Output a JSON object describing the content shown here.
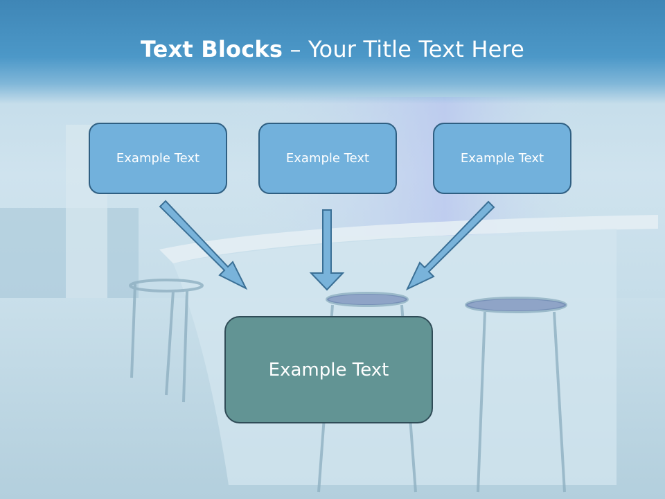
{
  "slide": {
    "title_bold": "Text Blocks",
    "title_rest": " – Your Title Text Here",
    "blocks": [
      {
        "label": "Example Text"
      },
      {
        "label": "Example Text"
      },
      {
        "label": "Example Text"
      }
    ],
    "main_block": {
      "label": "Example Text"
    }
  },
  "colors": {
    "header": "#4c98c8",
    "small_box_fill": "#72b1dc",
    "small_box_border": "#2f5f82",
    "main_box_fill": "#629494",
    "arrow_fill": "#79b3da",
    "arrow_stroke": "#3a6f95"
  }
}
